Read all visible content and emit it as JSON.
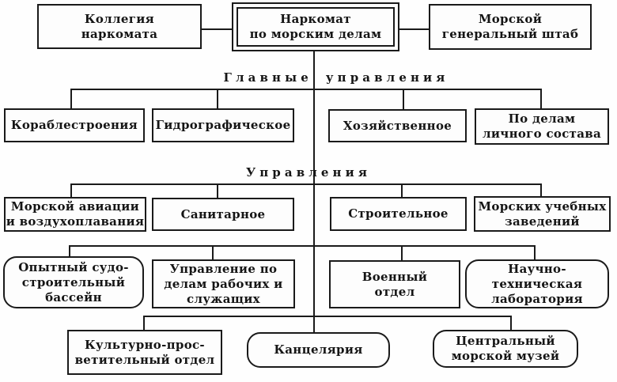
{
  "diagram": {
    "top_row": {
      "collegium": "Коллегия\nнаркомата",
      "commissariat": "Наркомат\nпо морским делам",
      "general_staff": "Морской\nгенеральный штаб"
    },
    "section_main_directorates": {
      "header": "Главные управления",
      "shipbuilding": "Кораблестроения",
      "hydrographic": "Гидрографическое",
      "economic": "Хозяйственное",
      "personnel": "По делам\nличного состава"
    },
    "section_directorates": {
      "header": "Управления",
      "naval_aviation": "Морской авиации\nи воздухоплавания",
      "sanitary": "Санитарное",
      "construction": "Строительное",
      "naval_schools": "Морских учебных\nзаведений"
    },
    "row4": {
      "experimental_basin": "Опытный судо-\nстроительный\nбассейн",
      "workers_affairs": "Управление по\nделам рабочих и\nслужащих",
      "military_department": "Военный\nотдел",
      "scientific_lab": "Научно-\nтехническая\nлаборатория"
    },
    "row5": {
      "cultural_department": "Культурно-прос-\nветительный отдел",
      "chancellery": "Канцелярия",
      "naval_museum": "Центральный\nморской музей"
    },
    "colors": {
      "line": "#1a1a1a",
      "background": "#fefefe",
      "text": "#151515"
    }
  }
}
